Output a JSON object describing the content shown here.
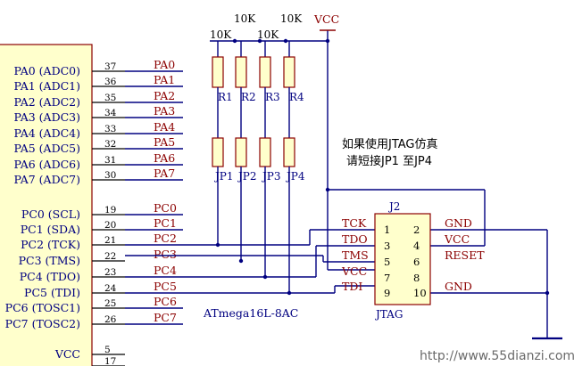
{
  "mcu": {
    "part": "ATmega16L-8AC",
    "pins": [
      {
        "name": "PA0 (ADC0)",
        "num": "37",
        "net": "PA0"
      },
      {
        "name": "PA1 (ADC1)",
        "num": "36",
        "net": "PA1"
      },
      {
        "name": "PA2 (ADC2)",
        "num": "35",
        "net": "PA2"
      },
      {
        "name": "PA3 (ADC3)",
        "num": "34",
        "net": "PA3"
      },
      {
        "name": "PA4 (ADC4)",
        "num": "33",
        "net": "PA4"
      },
      {
        "name": "PA5 (ADC5)",
        "num": "32",
        "net": "PA5"
      },
      {
        "name": "PA6 (ADC6)",
        "num": "31",
        "net": "PA6"
      },
      {
        "name": "PA7 (ADC7)",
        "num": "30",
        "net": "PA7"
      },
      {
        "name": "PC0 (SCL)",
        "num": "19",
        "net": "PC0"
      },
      {
        "name": "PC1 (SDA)",
        "num": "20",
        "net": "PC1"
      },
      {
        "name": "PC2 (TCK)",
        "num": "21",
        "net": "PC2"
      },
      {
        "name": "PC3 (TMS)",
        "num": "22",
        "net": "PC3"
      },
      {
        "name": "PC4 (TDO)",
        "num": "23",
        "net": "PC4"
      },
      {
        "name": "PC5 (TDI)",
        "num": "24",
        "net": "PC5"
      },
      {
        "name": "PC6 (TOSC1)",
        "num": "25",
        "net": "PC6"
      },
      {
        "name": "PC7 (TOSC2)",
        "num": "26",
        "net": "PC7"
      },
      {
        "name": "VCC",
        "num": "5",
        "net": ""
      },
      {
        "name": "",
        "num": "17",
        "net": ""
      }
    ]
  },
  "resistors": [
    {
      "ref": "R1",
      "value": "10K"
    },
    {
      "ref": "R2",
      "value": "10K"
    },
    {
      "ref": "R3",
      "value": "10K"
    },
    {
      "ref": "R4",
      "value": "10K"
    }
  ],
  "jumpers": [
    "JP1",
    "JP2",
    "JP3",
    "JP4"
  ],
  "power": {
    "vcc": "VCC"
  },
  "note": {
    "line1": "如果使用JTAG仿真",
    "line2": "请短接JP1 至JP4"
  },
  "jtag": {
    "ref": "J2",
    "name": "JTAG",
    "left": [
      {
        "label": "TCK",
        "num": "1"
      },
      {
        "label": "TDO",
        "num": "3"
      },
      {
        "label": "TMS",
        "num": "5"
      },
      {
        "label": "VCC",
        "num": "7"
      },
      {
        "label": "TDI",
        "num": "9"
      }
    ],
    "right": [
      {
        "label": "GND",
        "num": "2"
      },
      {
        "label": "VCC",
        "num": "4"
      },
      {
        "label": "RESET",
        "num": "6"
      },
      {
        "label": "",
        "num": "8"
      },
      {
        "label": "GND",
        "num": "10"
      }
    ]
  },
  "watermark": "http://www.55dianzi.com",
  "colors": {
    "wire": "#000080",
    "component": "#000080",
    "net_label": "#8b0000",
    "chip_fill": "#ffffcc",
    "power": "#8b0000"
  }
}
